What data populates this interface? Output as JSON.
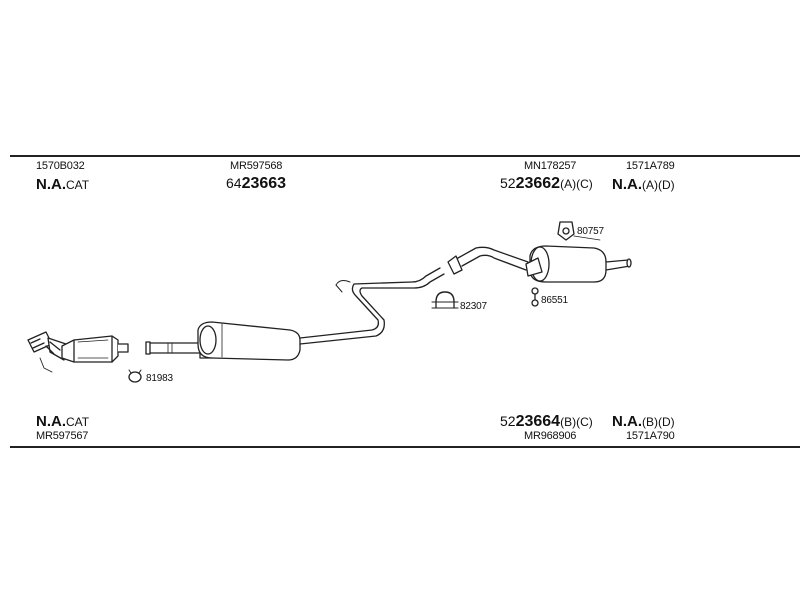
{
  "top_row": {
    "left_code": "1570B032",
    "left_na_bold": "N.A.",
    "left_na_suffix": "CAT",
    "mid_code": "MR597568",
    "mid_part_prefix": "64",
    "mid_part_bold": "23663",
    "right_code": "MN178257",
    "right_part_prefix": "52",
    "right_part_bold": "23662",
    "right_part_suffix": "(A)(C)",
    "far_code": "1571A789",
    "far_na_bold": "N.A.",
    "far_na_suffix": "(A)(D)"
  },
  "bottom_row": {
    "left_na_bold": "N.A.",
    "left_na_suffix": "CAT",
    "left_code": "MR597567",
    "right_part_prefix": "52",
    "right_part_bold": "23664",
    "right_part_suffix": "(B)(C)",
    "right_code": "MR968906",
    "far_na_bold": "N.A.",
    "far_na_suffix": "(B)(D)",
    "far_code": "1571A790"
  },
  "callouts": {
    "gasket_front": "81983",
    "clamp_mid": "82307",
    "rubber_mount": "80757",
    "hanger_rear": "86551"
  }
}
